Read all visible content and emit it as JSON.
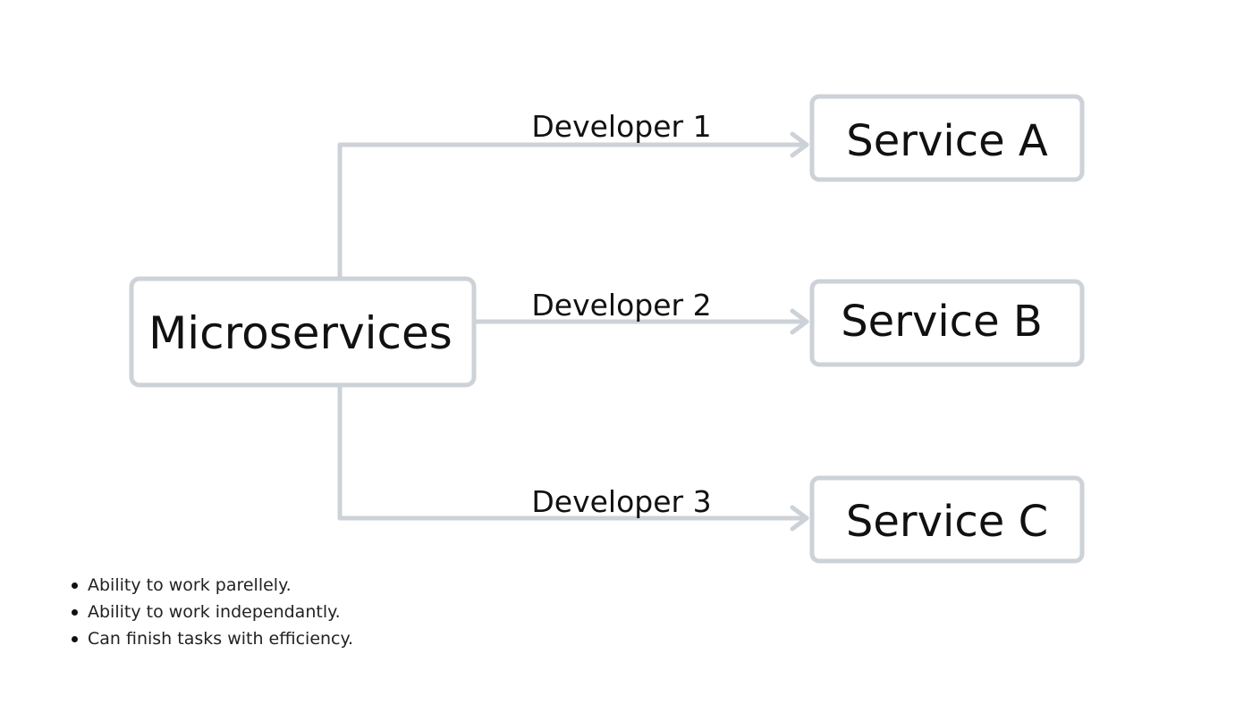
{
  "diagram": {
    "stroke_color": "#cdd2d8",
    "text_color": "#111111",
    "source_node": {
      "label": "Microservices"
    },
    "branches": [
      {
        "edge_label": "Developer 1",
        "target_label": "Service A"
      },
      {
        "edge_label": "Developer 2",
        "target_label": "Service B"
      },
      {
        "edge_label": "Developer 3",
        "target_label": "Service C"
      }
    ]
  },
  "notes": [
    "Ability to work parellely.",
    "Ability to work independantly.",
    "Can finish tasks with efficiency."
  ]
}
